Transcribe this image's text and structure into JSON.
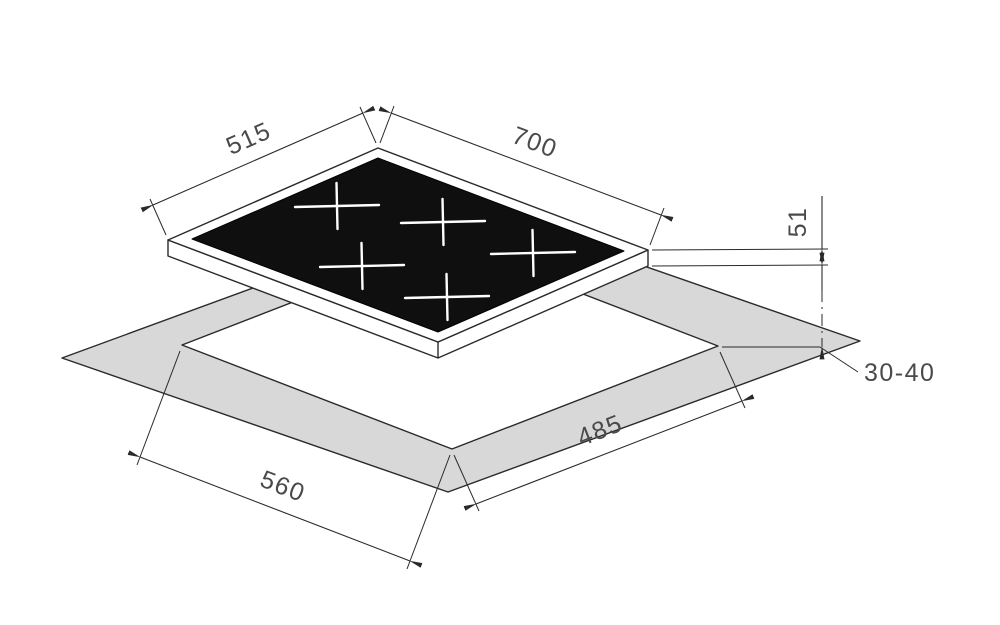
{
  "diagram": {
    "kind": "technical-installation-drawing",
    "subject": "built-in hob above worktop cutout",
    "dimensions": {
      "hob_depth": "515",
      "hob_width": "700",
      "hob_height": "51",
      "worktop_thickness": "30-40",
      "cutout_width": "560",
      "cutout_depth": "485"
    },
    "burner_cross_count": 5,
    "colors": {
      "line": "#2a2a2a",
      "glass": "#0f0f0f",
      "countertop": "#d8d8d8",
      "dimension_text": "#4a4a4a",
      "background": "#ffffff"
    }
  }
}
